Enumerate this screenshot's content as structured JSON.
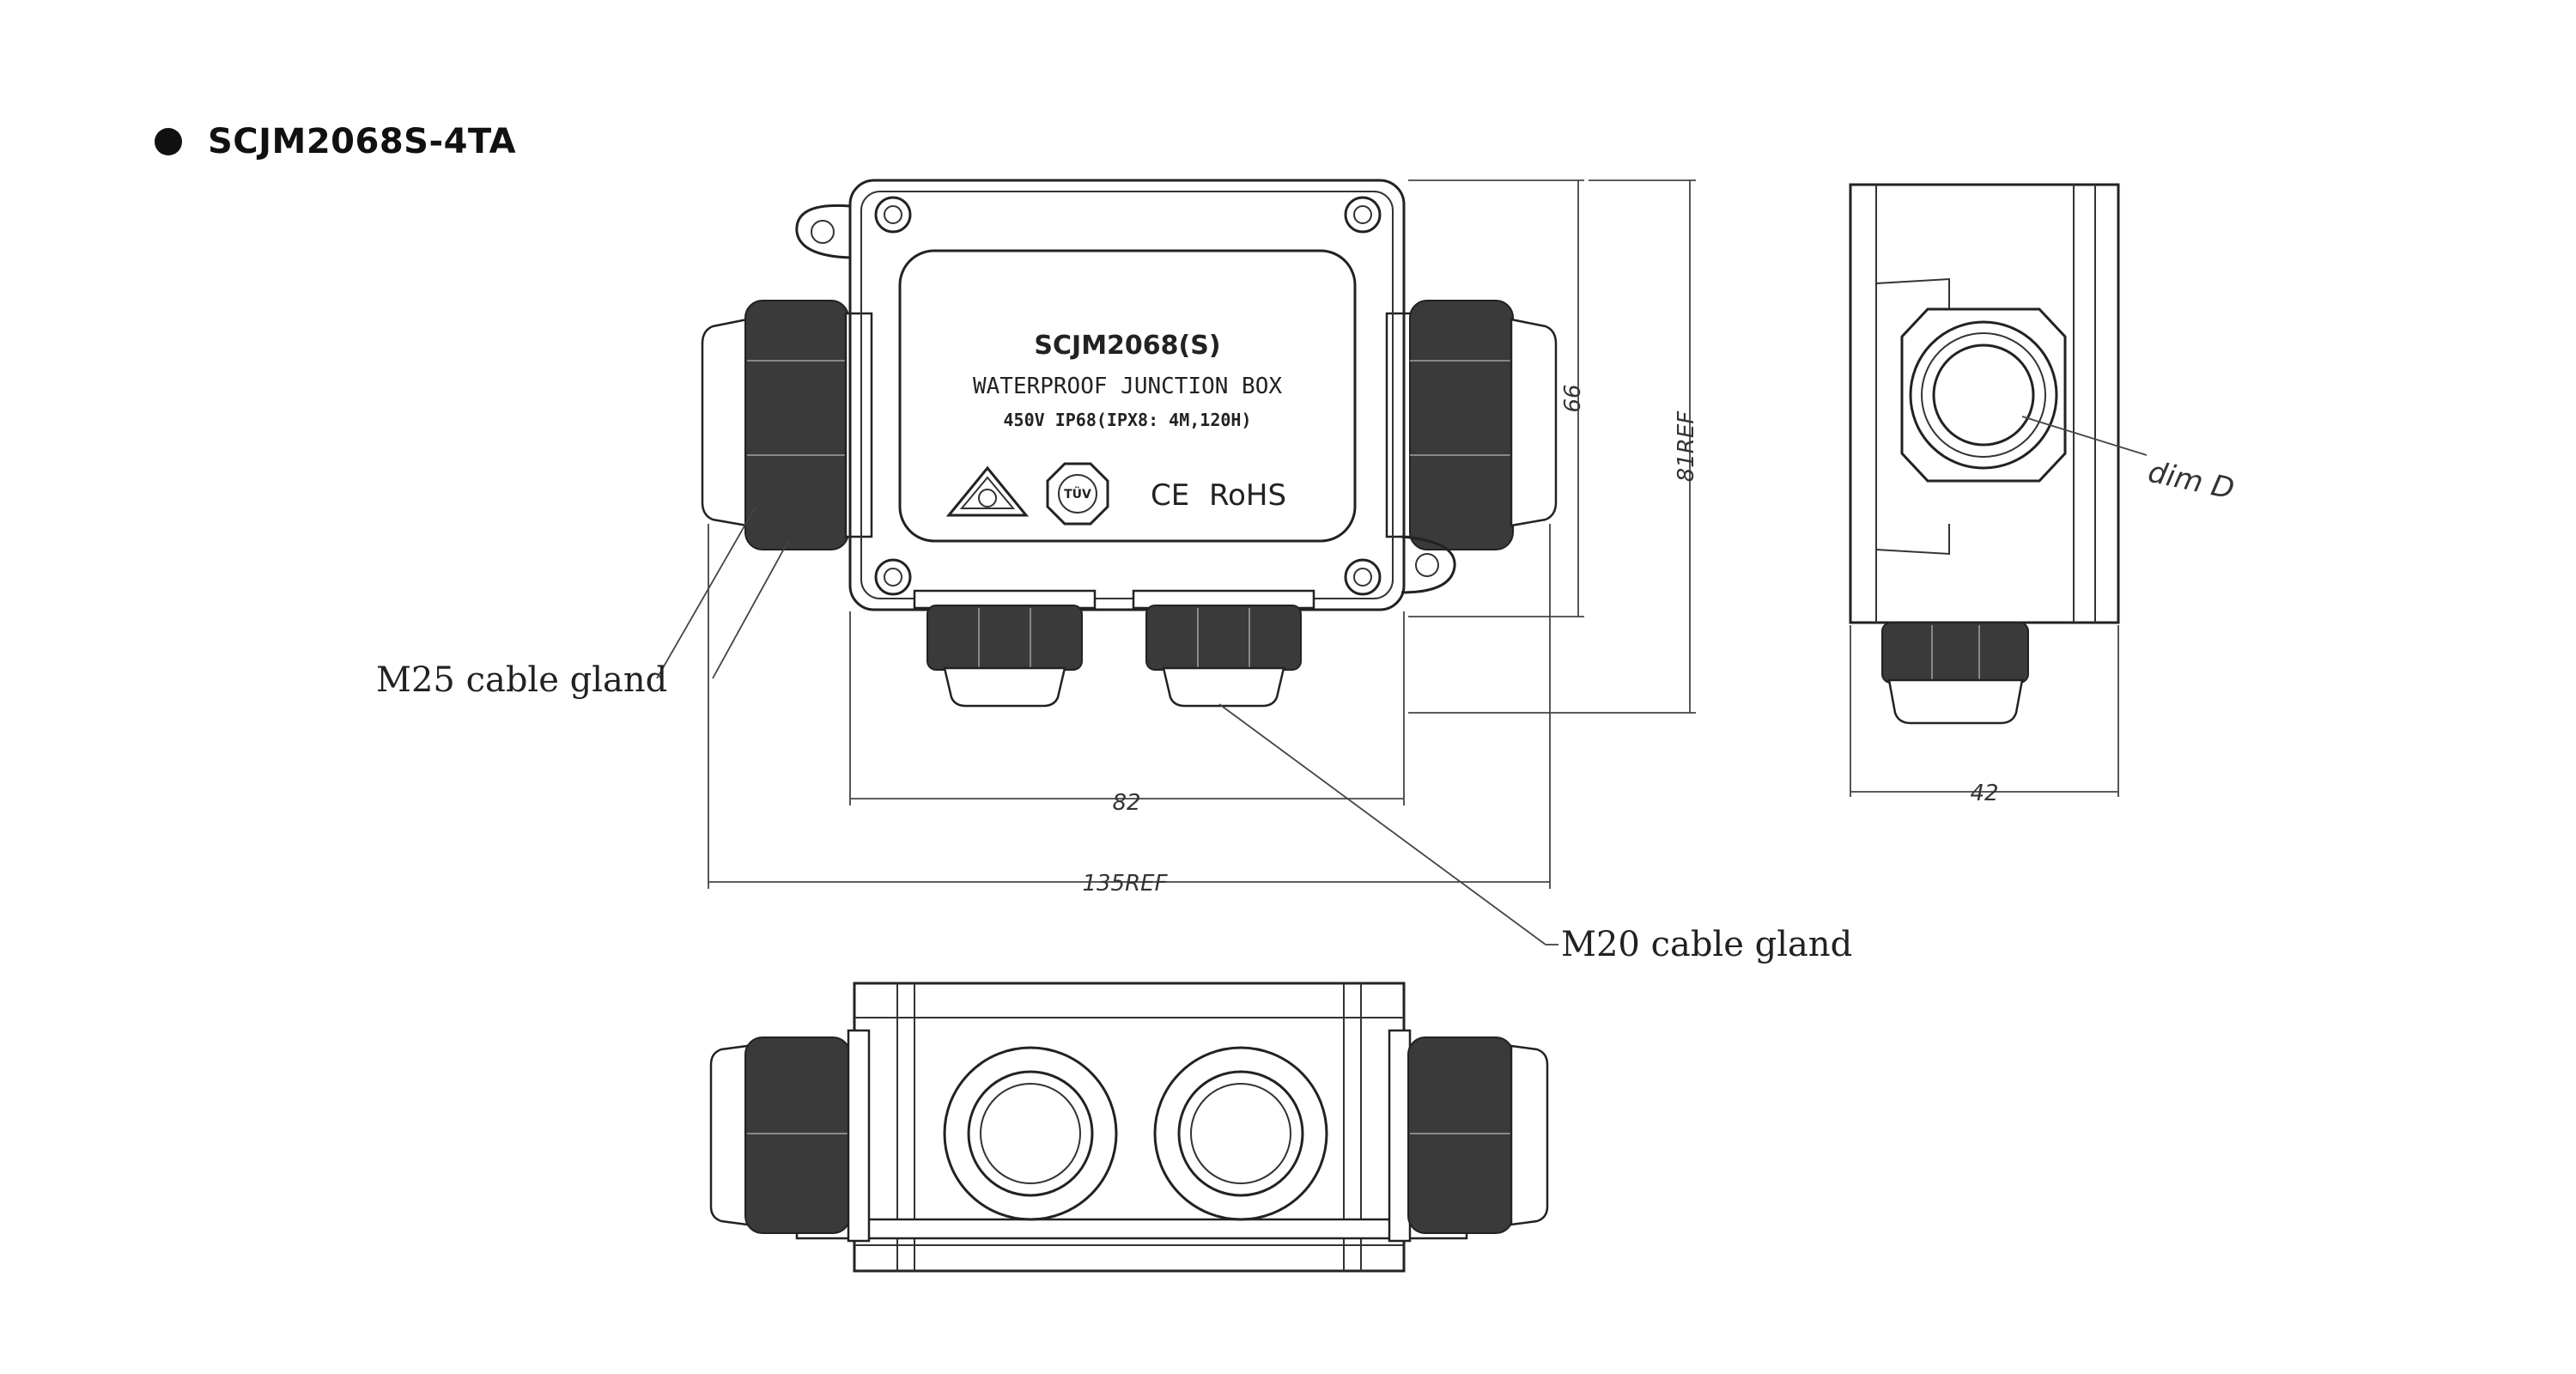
{
  "title": "SCJM2068S-4TA",
  "label": {
    "model": "SCJM2068(S)",
    "desc": "WATERPROOF JUNCTION BOX",
    "rating": "450V  IP68(IPX8: 4M,120H)",
    "ce": "CE",
    "rohs": "RoHS",
    "tuv": "TÜV"
  },
  "dimensions": {
    "width_body": "82",
    "width_total": "135REF",
    "height_body": "66",
    "height_total": "81REF",
    "depth": "42",
    "gland_dim": "dim D"
  },
  "callouts": {
    "m25": "M25 cable gland",
    "m20": "M20 cable gland"
  }
}
